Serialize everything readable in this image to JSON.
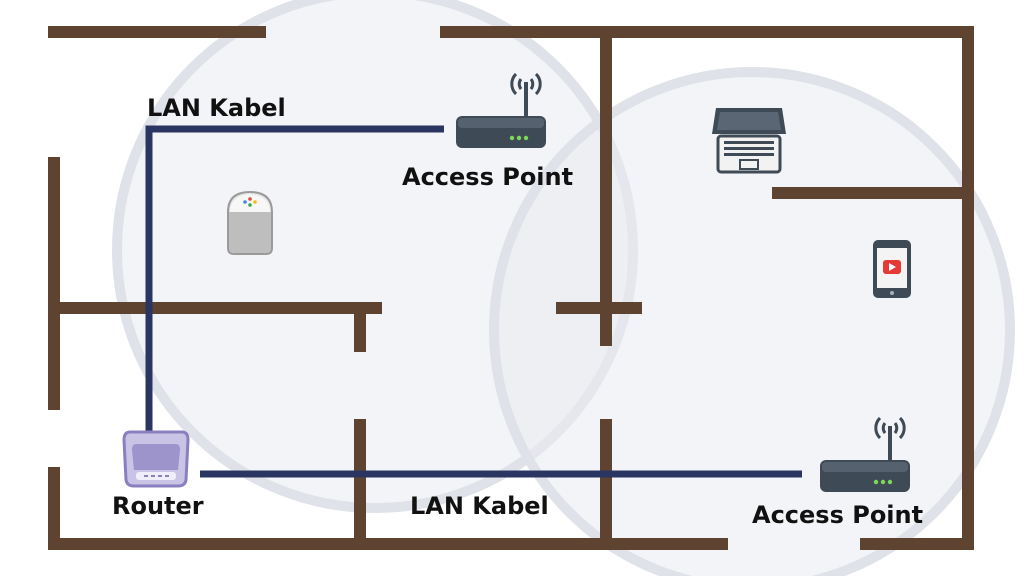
{
  "labels": {
    "lan_cable_top": "LAN Kabel",
    "lan_cable_bottom": "LAN Kabel",
    "access_point_top": "Access Point",
    "access_point_bottom": "Access Point",
    "router": "Router"
  },
  "colors": {
    "wall": "#5e4330",
    "lan_cable": "#2b3561",
    "coverage_fill": "#e9ebf0",
    "coverage_stroke": "#dfe2e8",
    "device_body": "#3f4a57",
    "device_led": "#7ed957",
    "router_body": "#c9c4e6",
    "router_outline": "#8b7fc0",
    "video_play": "#e53935"
  },
  "icons": [
    "wifi-access-point-icon",
    "router-icon",
    "smart-speaker-icon",
    "laptop-icon",
    "smartphone-video-icon"
  ]
}
